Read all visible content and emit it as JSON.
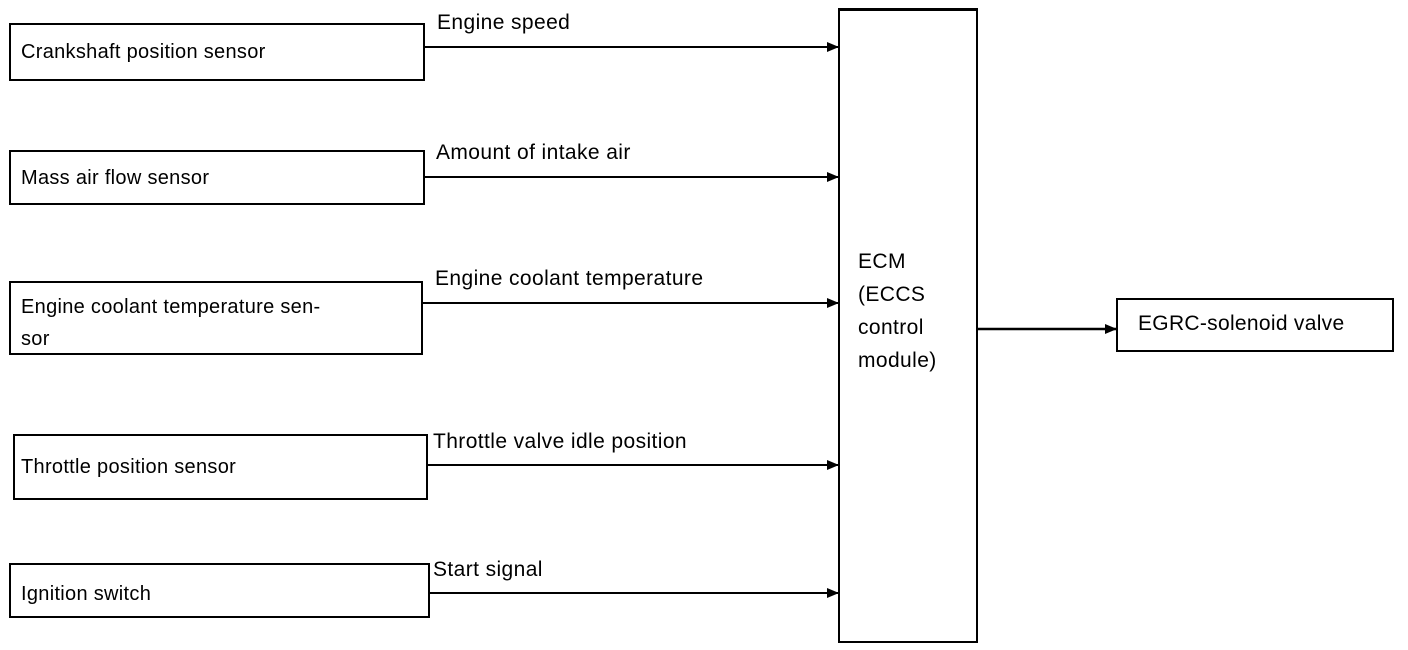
{
  "inputs": [
    {
      "sensor": "Crankshaft position sensor",
      "signal": "Engine speed"
    },
    {
      "sensor": "Mass air flow sensor",
      "signal": "Amount of intake air"
    },
    {
      "sensor": "Engine coolant temperature sen-\nsor",
      "signal": "Engine coolant temperature"
    },
    {
      "sensor": "Throttle position sensor",
      "signal": "Throttle valve idle position"
    },
    {
      "sensor": "Ignition switch",
      "signal": "Start signal"
    }
  ],
  "controller": {
    "label": "ECM\n(ECCS\ncontrol\nmodule)"
  },
  "output": {
    "actuator": "EGRC-solenoid valve"
  },
  "colors": {
    "line": "#000000",
    "background": "#ffffff"
  }
}
